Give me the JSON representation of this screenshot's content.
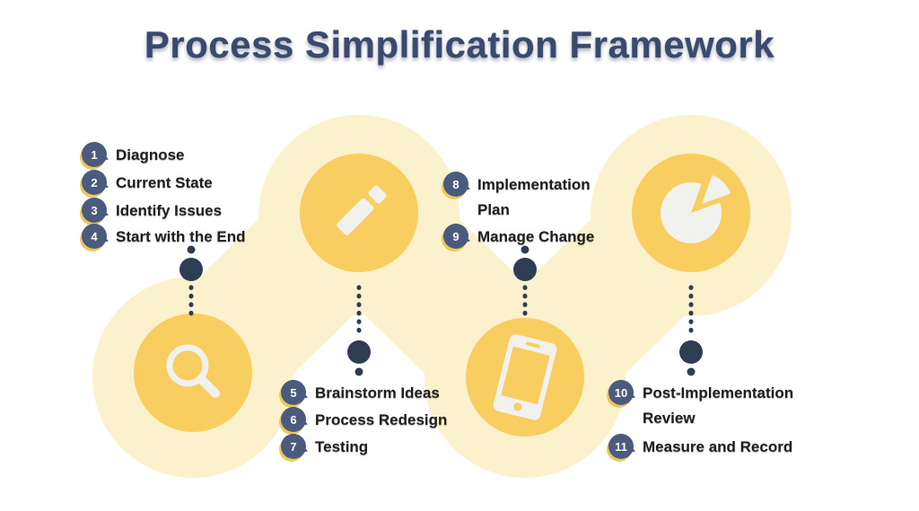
{
  "title": "Process Simplification Framework",
  "steps": [
    {
      "num": "1",
      "label": "Diagnose"
    },
    {
      "num": "2",
      "label": "Current State"
    },
    {
      "num": "3",
      "label": "Identify Issues"
    },
    {
      "num": "4",
      "label": "Start with the End"
    },
    {
      "num": "5",
      "label": "Brainstorm Ideas"
    },
    {
      "num": "6",
      "label": "Process Redesign"
    },
    {
      "num": "7",
      "label": "Testing"
    },
    {
      "num": "8",
      "label": "Implementation Plan"
    },
    {
      "num": "9",
      "label": "Manage Change"
    },
    {
      "num": "10",
      "label": "Post-Implementation Review"
    },
    {
      "num": "11",
      "label": "Measure and Record"
    }
  ],
  "icons": [
    "search-icon",
    "pencil-icon",
    "smartphone-icon",
    "pie-chart-icon"
  ],
  "colors": {
    "title_text": "#3a4a6e",
    "step_text": "#211f1d",
    "badge_background": "#4a5b7d",
    "badge_accent_gold": "#eec659",
    "blob_pale_yellow": "#fbf1cc",
    "circle_gold": "#f7ce5f",
    "icon_white": "#f1f1ee",
    "connector_navy": "#2e3d51"
  }
}
